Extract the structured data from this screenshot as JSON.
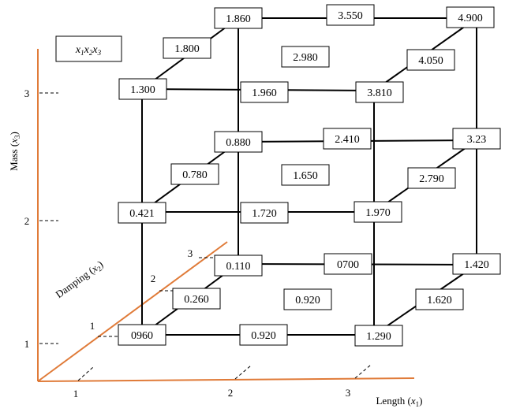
{
  "legend": "x1x2x3",
  "axes": {
    "mass": {
      "label": "Mass (x3)",
      "ticks": [
        "1",
        "2",
        "3"
      ]
    },
    "damping": {
      "label": "Damping (x2)",
      "ticks": [
        "1",
        "2",
        "3"
      ]
    },
    "length": {
      "label": "Length (x1)",
      "ticks": [
        "1",
        "2",
        "3"
      ]
    }
  },
  "colors": {
    "axis": "#E07B39",
    "lines": "#000000"
  },
  "vertices": {
    "back_top_left": "1.860",
    "back_top_mid": "3.550",
    "back_top_right": "4.900",
    "top_left_edge": "1.800",
    "top_face_center": "2.980",
    "top_right_edge": "4.050",
    "front_top_left": "1.300",
    "front_top_mid": "1.960",
    "front_top_right": "3.810",
    "back_mid_left": "0.880",
    "back_mid_mid": "2.410",
    "back_mid_right": "3.23",
    "mid_left_edge": "0.780",
    "mid_face_center": "1.650",
    "mid_right_edge": "2.790",
    "front_mid_left": "0.421",
    "front_mid_mid": "1.720",
    "front_mid_right": "1.970",
    "back_bot_left": "0.110",
    "back_bot_mid": "0700",
    "back_bot_right": "1.420",
    "bot_left_edge": "0.260",
    "bot_face_center": "0.920",
    "bot_right_edge": "1.620",
    "front_bot_left": "0960",
    "front_bot_mid": "0.920",
    "front_bot_right": "1.290"
  }
}
